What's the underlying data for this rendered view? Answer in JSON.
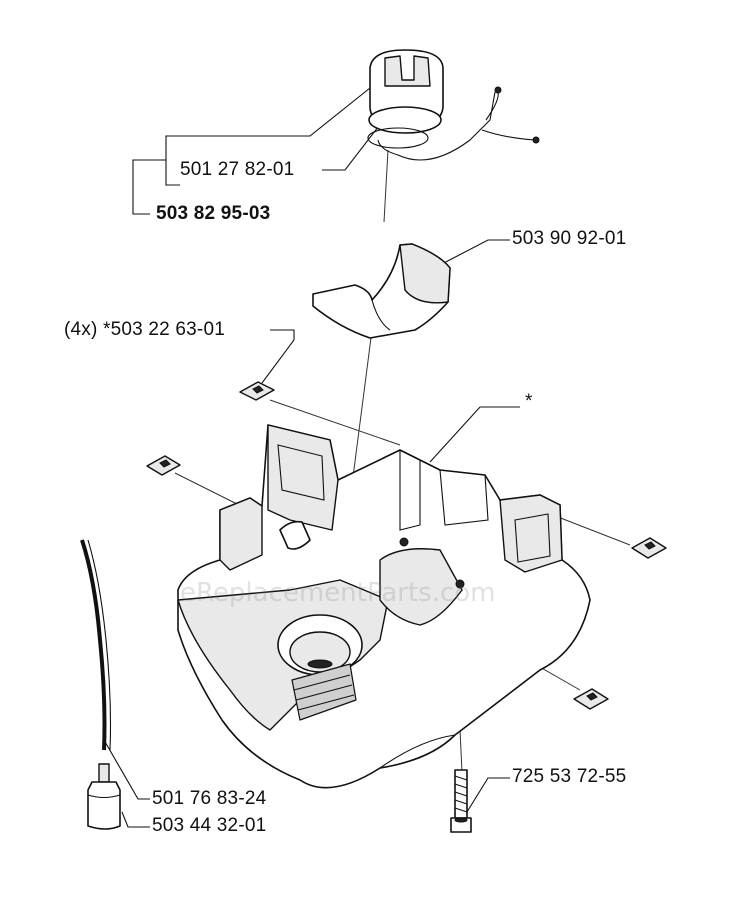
{
  "parts": {
    "cap_oring": "501 27 82-01",
    "cap_assembly": "503 82 95-03",
    "tank_insert": "503 90 92-01",
    "nuts": "(4x) *503 22 63-01",
    "asterisk": "*",
    "fuel_hose": "501 76 83-24",
    "fuel_filter": "503 44 32-01",
    "screw": "725 53 72-55"
  },
  "watermark": "eReplacementParts.com"
}
